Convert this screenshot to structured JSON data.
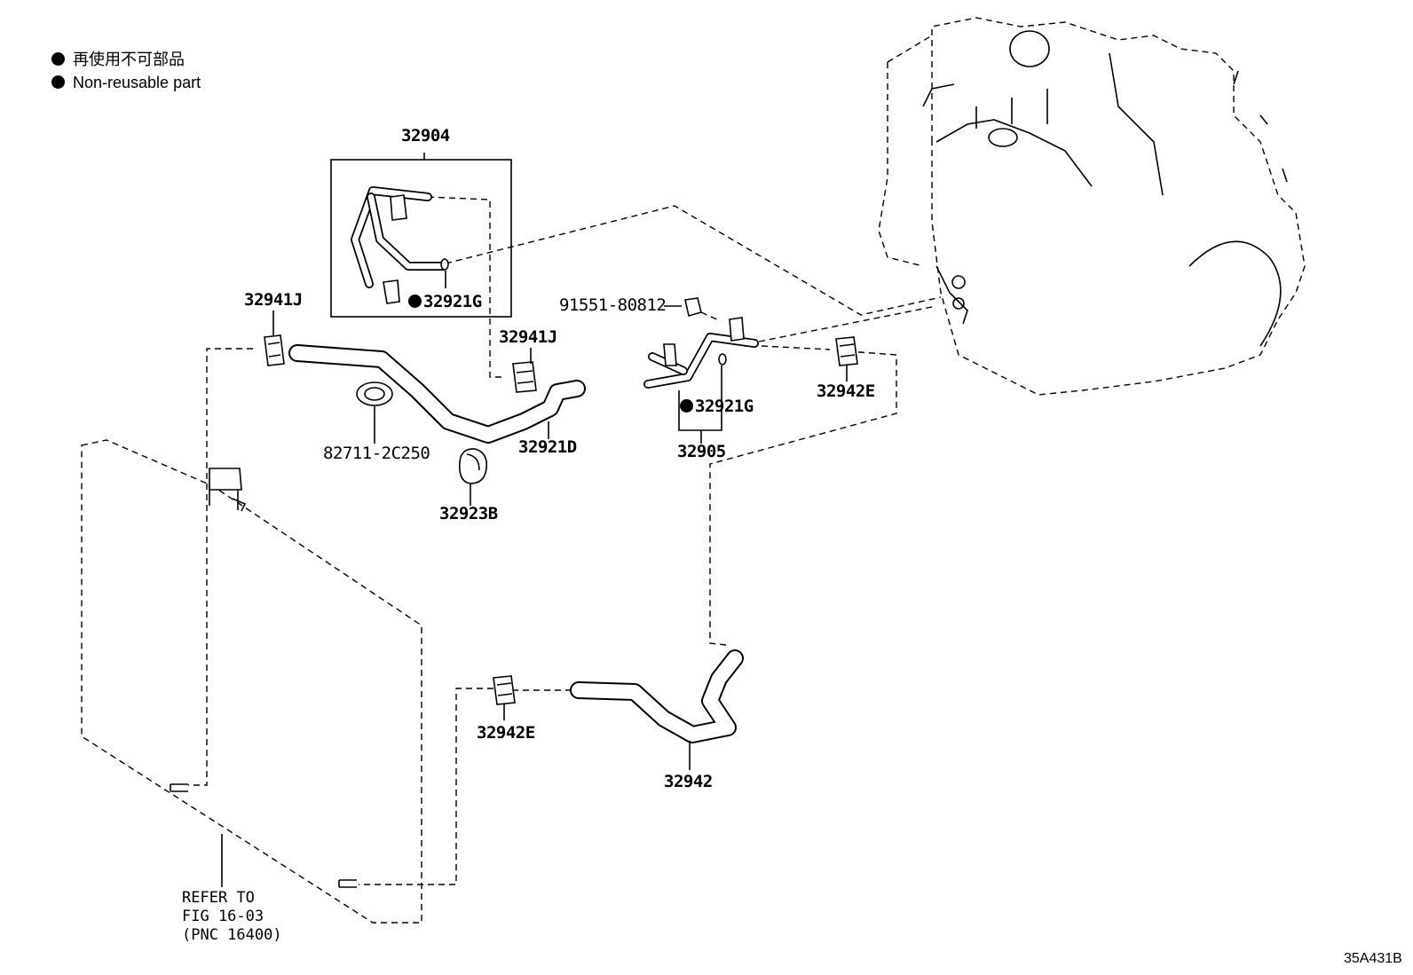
{
  "legend": {
    "items": [
      {
        "text": "再使用不可部品",
        "symbol": "filled-circle"
      },
      {
        "text": "Non-reusable part",
        "symbol": "filled-circle"
      }
    ]
  },
  "labels": {
    "l32904": "32904",
    "l32921G_a": "32921G",
    "l32941J_a": "32941J",
    "l32941J_b": "32941J",
    "l91551": "91551-80812",
    "l82711": "82711-2C250",
    "l32921D": "32921D",
    "l32923B": "32923B",
    "l32921G_b": "32921G",
    "l32905": "32905",
    "l32942E_a": "32942E",
    "l32942E_b": "32942E",
    "l32942": "32942"
  },
  "refer_note": {
    "line1": "REFER TO",
    "line2": "FIG 16-03",
    "line3": "(PNC 16400)"
  },
  "diagram_code": "35A431B",
  "colors": {
    "ink": "#000000",
    "background": "#ffffff"
  }
}
